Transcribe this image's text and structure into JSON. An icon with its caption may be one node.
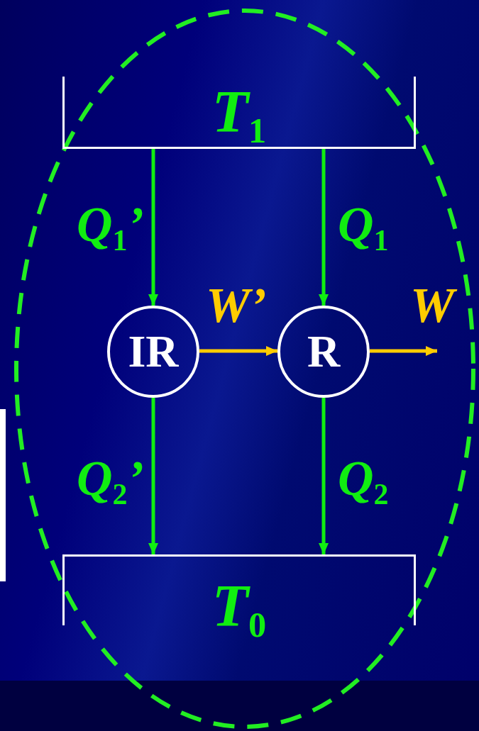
{
  "diagram": {
    "nodes": [
      {
        "text": [
          "T$_{1}$"
        ]
      },
      {
        "text": [
          "IR"
        ]
      },
      {
        "text": [
          "R"
        ]
      },
      {
        "text": [
          "T$_{0}$"
        ]
      }
    ],
    "edges": [
      {
        "from": 0,
        "to": 1,
        "arrow": "to",
        "label": "Q$_{1}$’"
      },
      {
        "from": 0,
        "to": 2,
        "arrow": "to",
        "label": "Q$_{1}$"
      },
      {
        "from": 1,
        "to": 2,
        "arrow": "to",
        "label": "W’",
        "color": "#ffcc00"
      },
      {
        "from": 2,
        "to": null,
        "arrow": "to",
        "label": "W",
        "color": "#ffcc00"
      },
      {
        "from": 1,
        "to": 3,
        "arrow": "to",
        "label": "Q$_{2}$’"
      },
      {
        "from": 2,
        "to": 3,
        "arrow": "to",
        "label": "Q$_{2}$"
      }
    ]
  }
}
